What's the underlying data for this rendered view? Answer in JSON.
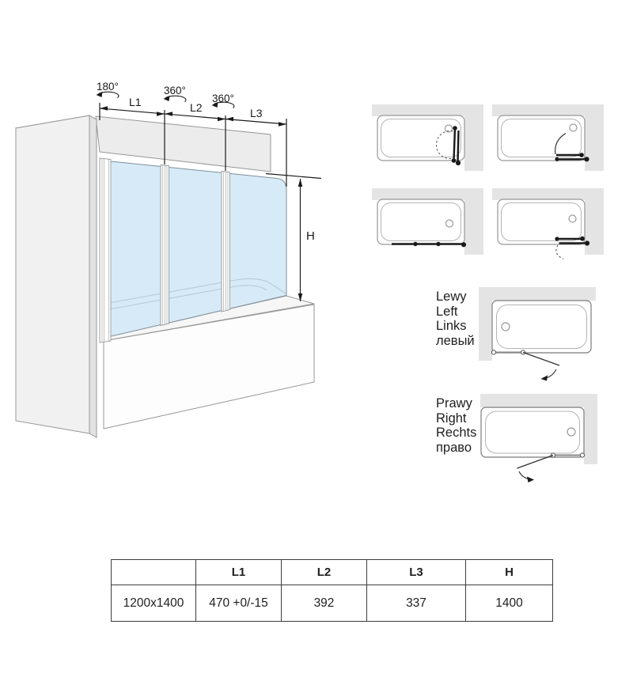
{
  "colors": {
    "glass": "#d7eaf7",
    "wall": "#e4e4e4",
    "wall_back": "#ececec",
    "panel_front": "#f1f1f1",
    "panel_side": "#e2e2e2",
    "tub_face": "#fdfdfd",
    "outline": "#979797",
    "rim": "#b6cbd9",
    "ink": "#1a1a1a",
    "table_border": "#3c3c3c",
    "text": "#1f1f1f"
  },
  "main_diagram": {
    "angle_labels": [
      "180°",
      "360°",
      "360°"
    ],
    "width_labels": [
      "L1",
      "L2",
      "L3"
    ],
    "height_label": "H"
  },
  "top_views": {
    "items": [
      "screen-folded-against-right-wall",
      "screen-folded-flat-at-right",
      "screen-fully-extended",
      "screen-folded-stack-at-right"
    ]
  },
  "orientation_left": {
    "lines": [
      "Lewy",
      "Left",
      "Links",
      "левый"
    ]
  },
  "orientation_right": {
    "lines": [
      "Prawy",
      "Right",
      "Rechts",
      "право"
    ]
  },
  "table": {
    "headers": [
      "",
      "L1",
      "L2",
      "L3",
      "H"
    ],
    "rows": [
      [
        "1200x1400",
        "470 +0/-15",
        "392",
        "337",
        "1400"
      ]
    ]
  }
}
